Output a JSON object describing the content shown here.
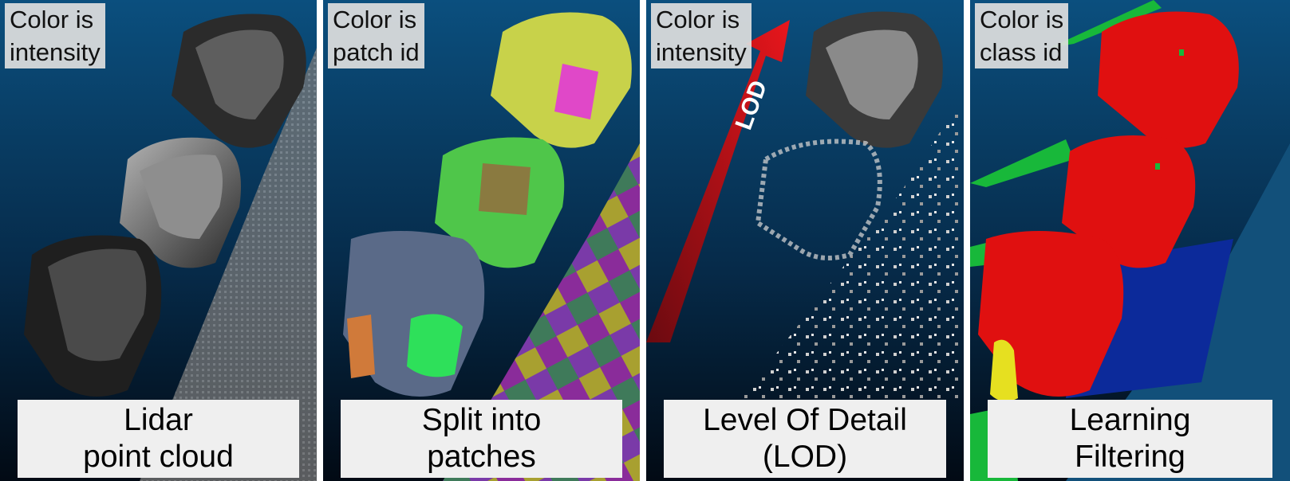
{
  "panels": [
    {
      "top_label": "Color is\nintensity",
      "caption": "Lidar\npoint cloud"
    },
    {
      "top_label": "Color is\npatch id",
      "caption": "Split into\npatches"
    },
    {
      "top_label": "Color is\nintensity",
      "caption": "Level Of Detail\n(LOD)",
      "arrow_label": "LOD"
    },
    {
      "top_label": "Color is\nclass id",
      "caption": "Learning\nFiltering"
    }
  ],
  "colors": {
    "sky_top": "#0b4f7e",
    "sky_bottom": "#020a14",
    "arrow": "#d8161c",
    "class_car": "#e01010",
    "class_vegetation": "#18b83a",
    "class_ground": "#0c2a9a",
    "class_pole": "#e6e020"
  },
  "icons": [
    "lod-arrow-icon"
  ]
}
